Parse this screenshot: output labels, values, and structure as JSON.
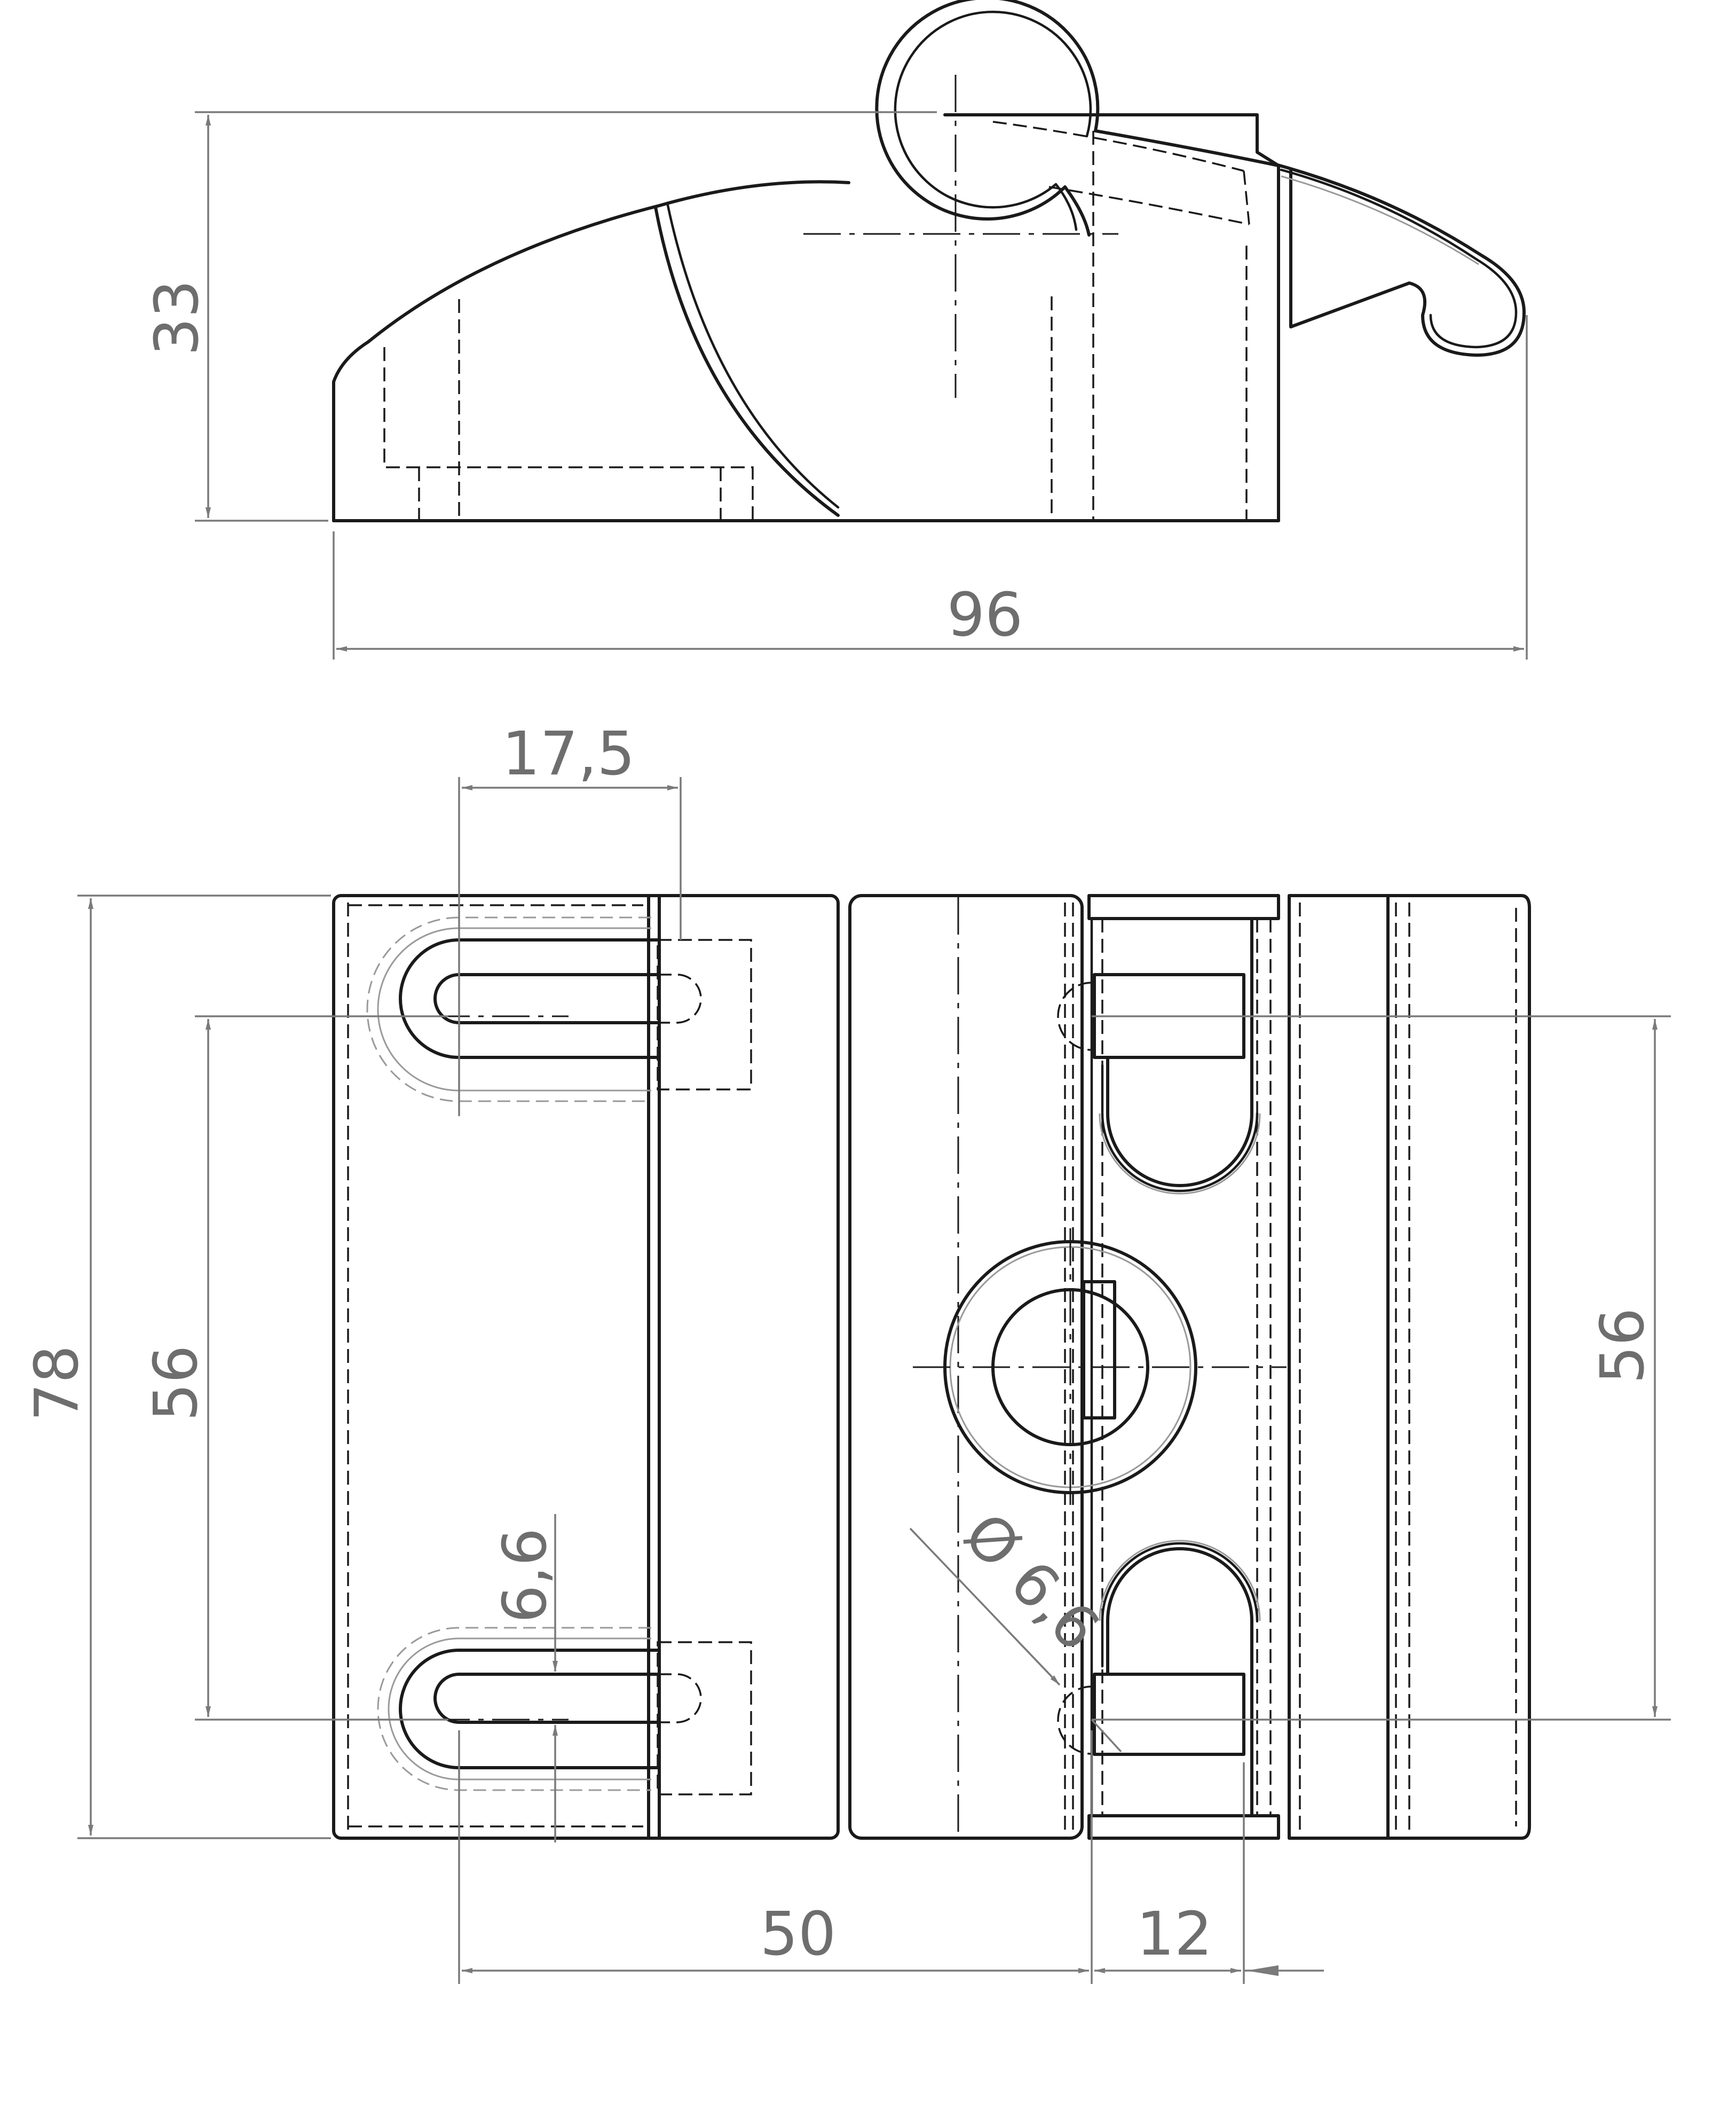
{
  "dimensions": {
    "side_height": "33",
    "side_length": "96",
    "slot_length": "17,5",
    "total_width": "78",
    "hole_spacing_left": "56",
    "hole_spacing_right": "56",
    "slot_width": "6,6",
    "hole_diameter": "Ø 6,6",
    "offset_to_hole": "50",
    "hole_to_edge": "12"
  }
}
